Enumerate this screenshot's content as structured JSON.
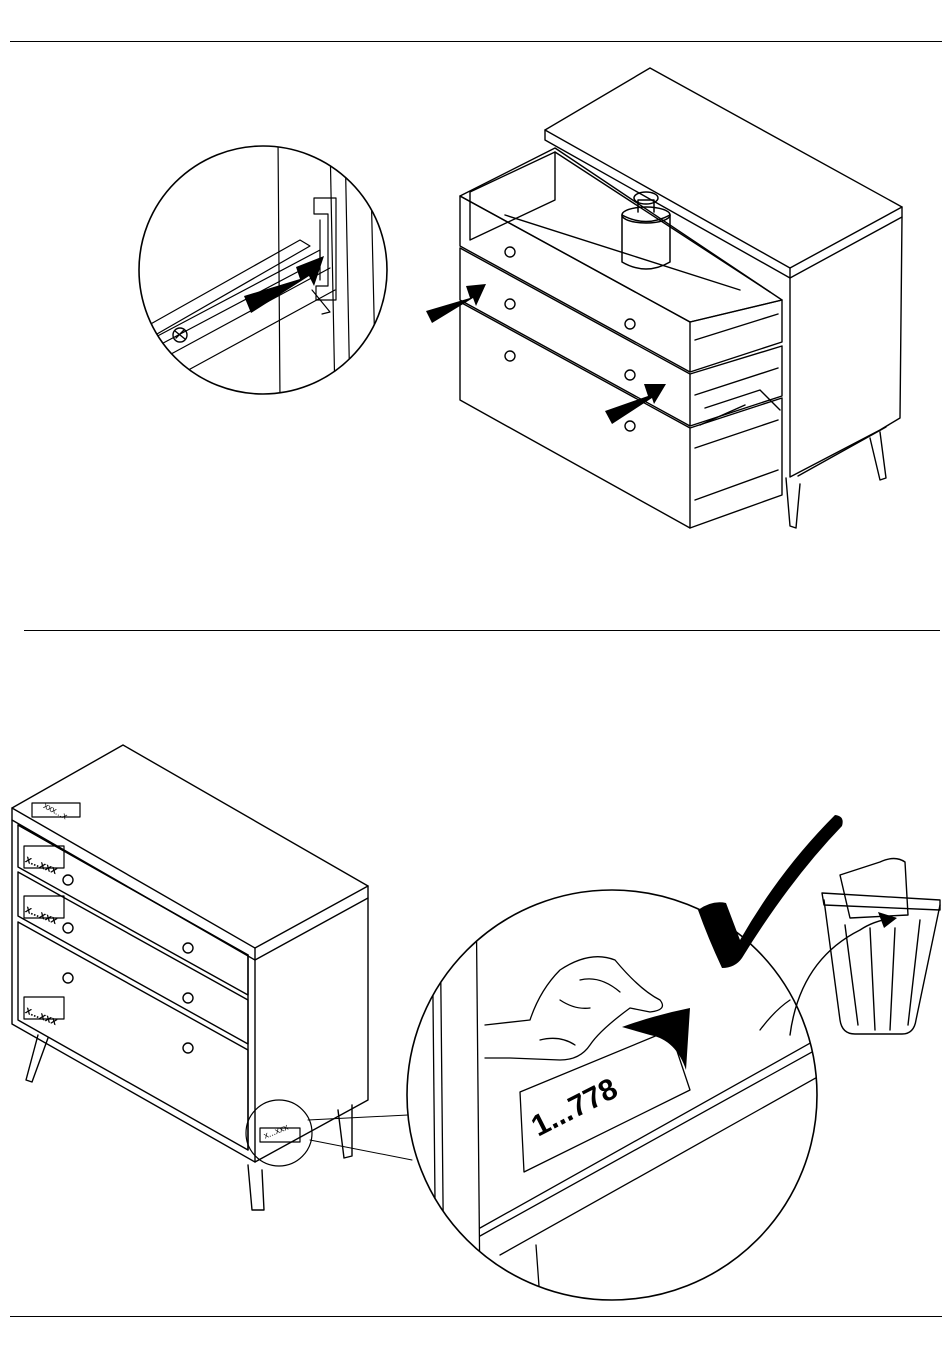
{
  "step1": {
    "figure": "drawer-insertion"
  },
  "step2": {
    "labels": {
      "top_label": "xxx...x",
      "drawer1_label": "x...xxx",
      "drawer2_label": "x...xxx",
      "drawer3_label": "x...xxx",
      "side_label": "x...xxx",
      "zoom_label": "1...778"
    }
  },
  "icons": [
    "arrow-icon",
    "check-mark-icon",
    "trash-bin-icon",
    "weight-icon",
    "screw-icon"
  ],
  "colors": {
    "line": "#000000",
    "background": "#ffffff"
  }
}
